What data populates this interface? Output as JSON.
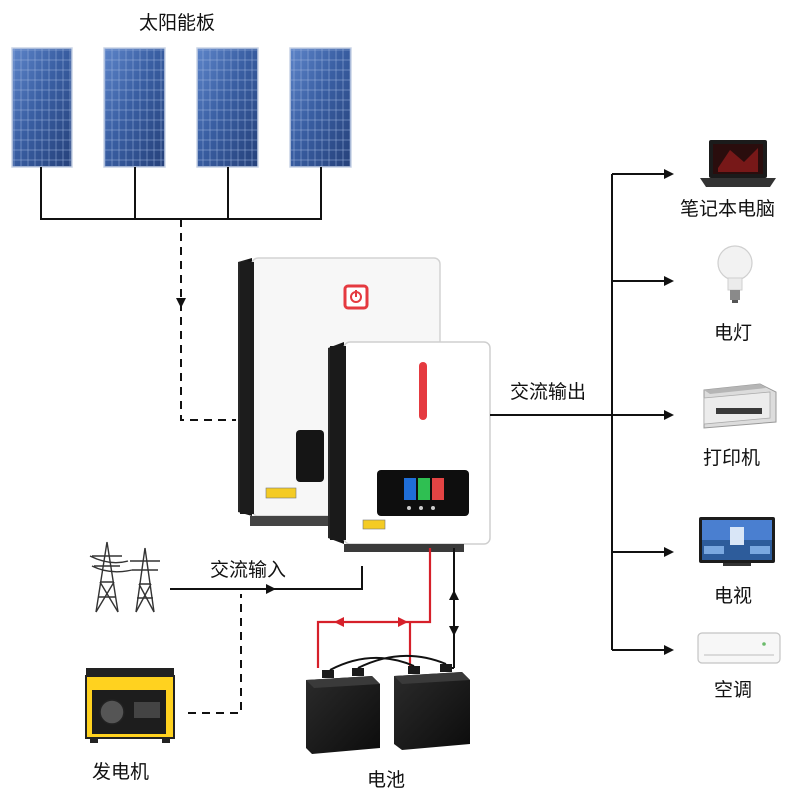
{
  "labels": {
    "solar": "太阳能板",
    "laptop": "笔记本电脑",
    "lamp": "电灯",
    "ac_output": "交流输出",
    "printer": "打印机",
    "tv": "电视",
    "aircon": "空调",
    "ac_input": "交流输入",
    "generator": "发电机",
    "battery": "电池"
  },
  "colors": {
    "line": "#111111",
    "battery_line": "#d6202a",
    "panel_cell": "#3f63a8",
    "inverter_accent": "#e53a40"
  },
  "icons": {
    "solar": "solar-panel-icon",
    "inverter": "inverter-icon",
    "grid": "power-tower-icon",
    "generator": "generator-icon",
    "battery": "battery-icon",
    "laptop": "laptop-icon",
    "lamp": "light-bulb-icon",
    "printer": "printer-icon",
    "tv": "television-icon",
    "aircon": "air-conditioner-icon"
  }
}
